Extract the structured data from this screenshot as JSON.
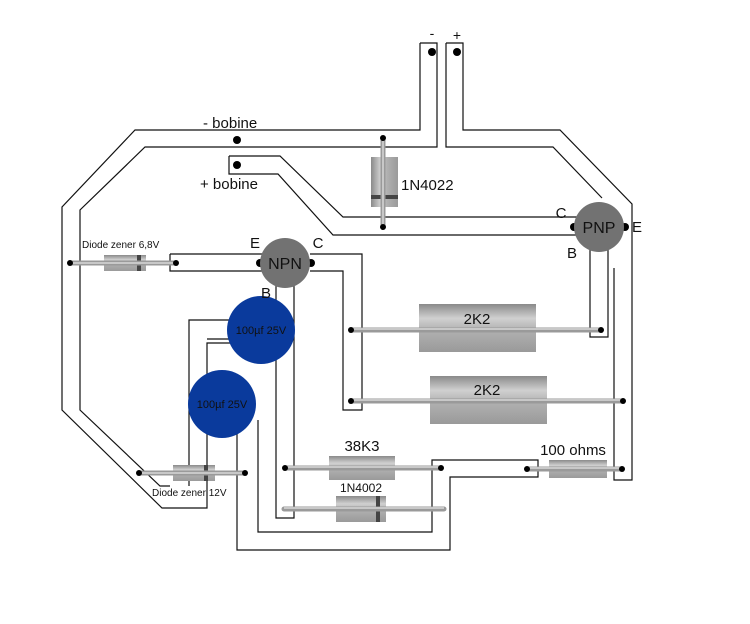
{
  "diagram": {
    "title": "",
    "terminals": {
      "minus": "-",
      "plus": "+",
      "coil_minus": "- bobine",
      "coil_plus": "+ bobine"
    },
    "transistors": {
      "npn": {
        "label": "NPN",
        "e": "E",
        "b": "B",
        "c": "C"
      },
      "pnp": {
        "label": "PNP",
        "e": "E",
        "b": "B",
        "c": "C"
      }
    },
    "components": {
      "diode_1n4022": "1N4022",
      "zener_68": "Diode zener 6,8V",
      "zener_12": "Diode zener 12V",
      "cap1": "100µf 25V",
      "cap2": "100µf 25V",
      "res_2k2_a": "2K2",
      "res_2k2_b": "2K2",
      "res_38k3": "38K3",
      "diode_1n4002": "1N4002",
      "res_100": "100 ohms"
    },
    "colors": {
      "capacitor": "#0a3a9c",
      "transistor": "#707070",
      "trace": "#111111",
      "component_body": "#a8a8a8"
    }
  }
}
